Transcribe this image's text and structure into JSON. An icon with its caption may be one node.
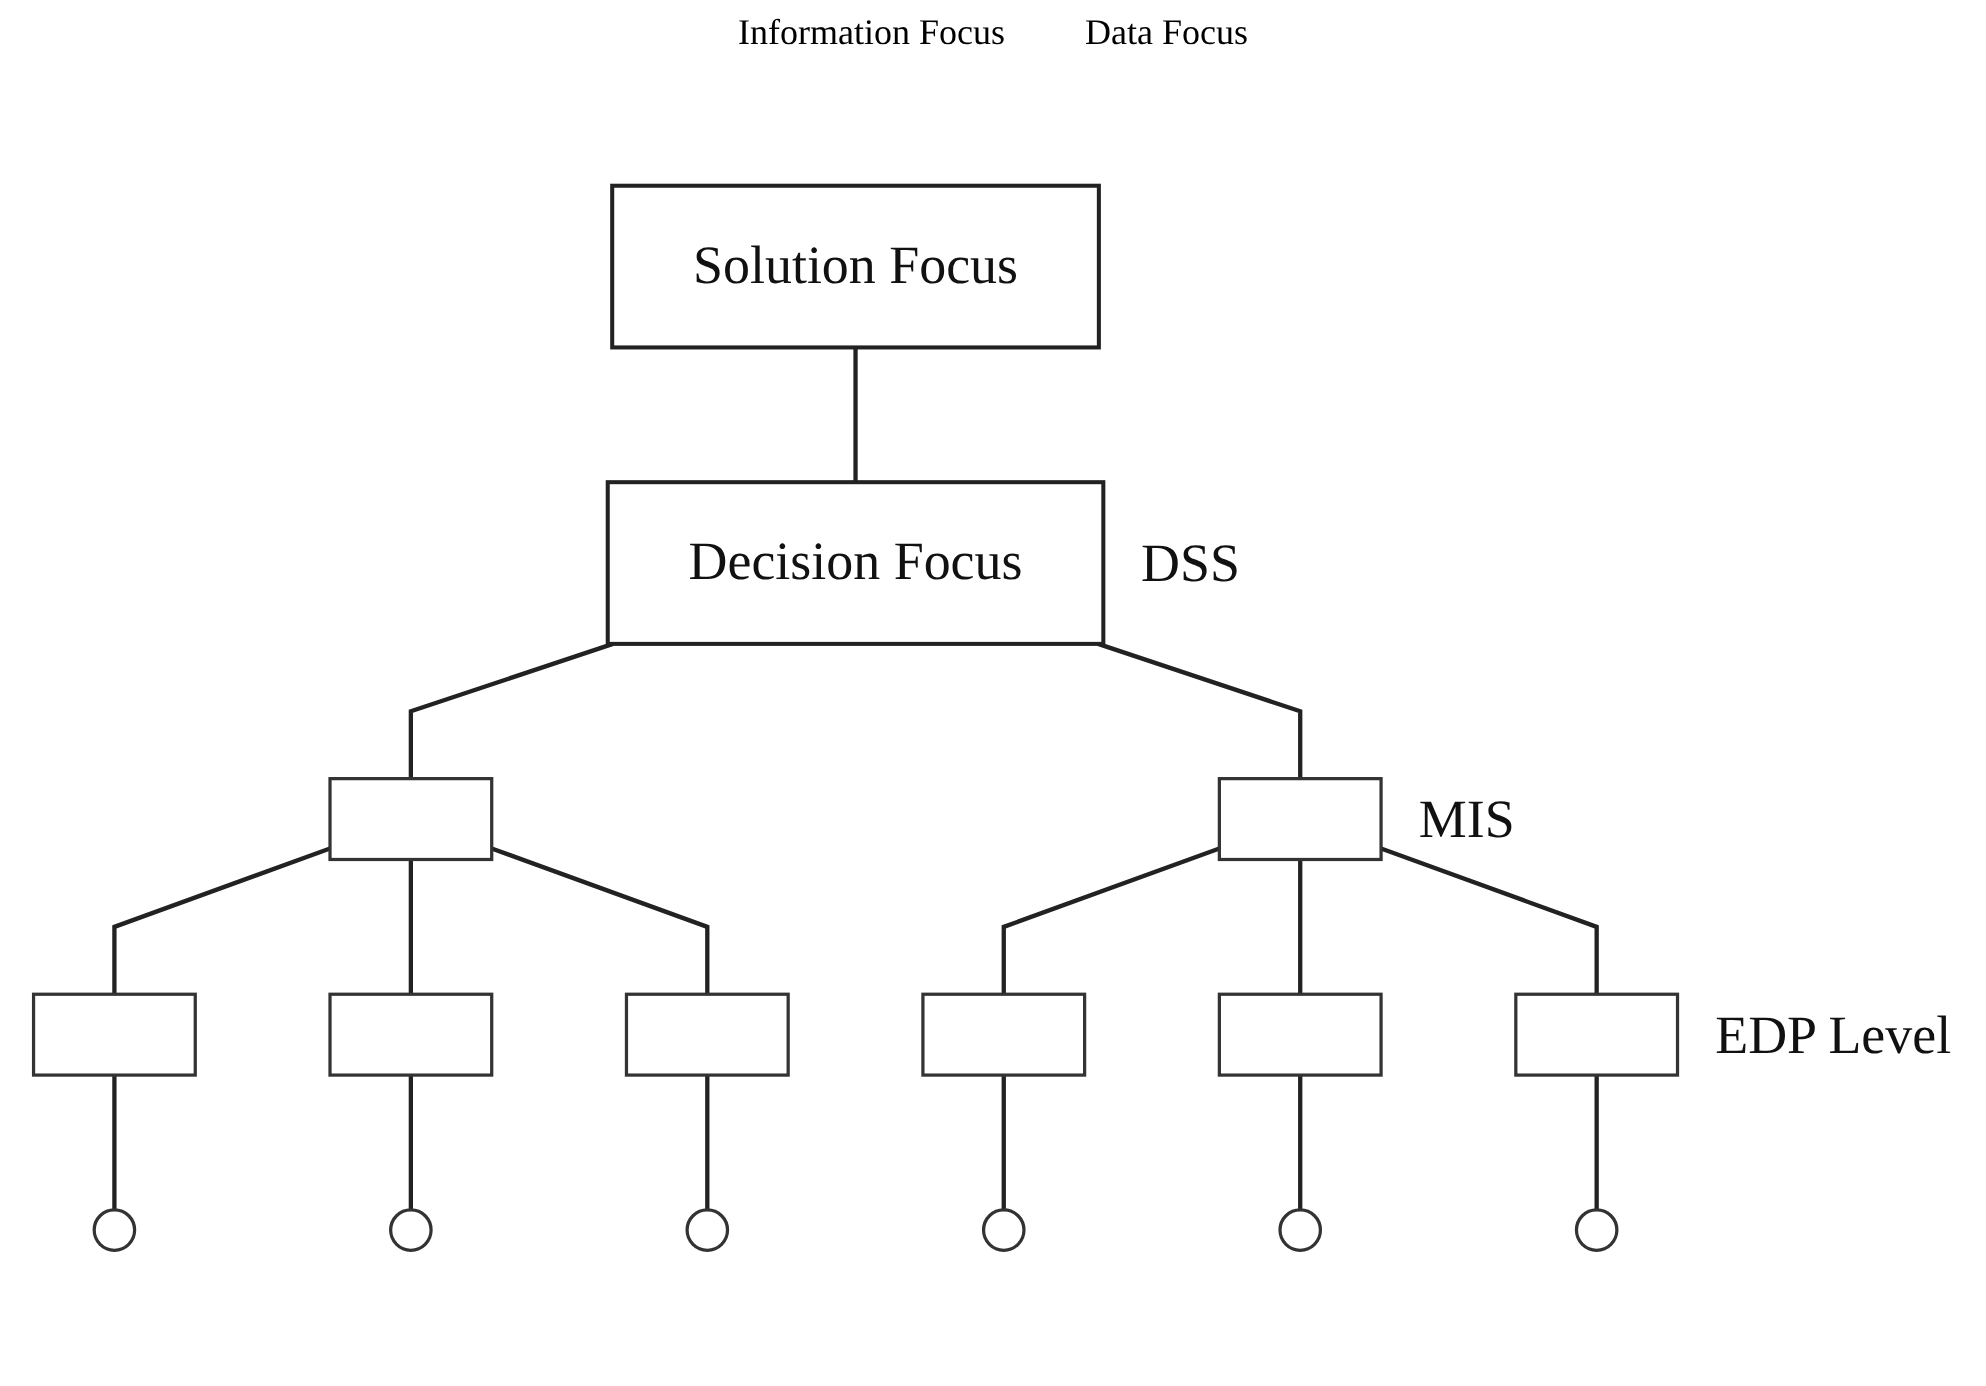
{
  "diagram": {
    "nodes": [
      {
        "text": [
          "Solution Focus"
        ]
      },
      {
        "text": [
          "Decision Focus"
        ],
        "beside": [
          "DSS"
        ]
      },
      {
        "text": [],
        "shape": "box"
      },
      {
        "text": [],
        "shape": "box",
        "beside": [
          "MIS"
        ]
      },
      {
        "text": [],
        "shape": "box"
      },
      {
        "text": [],
        "shape": "box"
      },
      {
        "text": [],
        "shape": "box"
      },
      {
        "text": [],
        "shape": "box"
      },
      {
        "text": [],
        "shape": "box"
      },
      {
        "text": [],
        "shape": "box",
        "beside": [
          "EDP Level"
        ]
      },
      {
        "text": [],
        "shape": "circle"
      },
      {
        "text": [],
        "shape": "circle"
      },
      {
        "text": [],
        "shape": "circle"
      },
      {
        "text": [],
        "shape": "circle"
      },
      {
        "text": [],
        "shape": "circle"
      },
      {
        "text": [],
        "shape": "circle"
      }
    ],
    "edges": [
      {
        "from": 0,
        "to": 1,
        "arrow": "none"
      },
      {
        "from": 1,
        "to": 2,
        "arrow": "none"
      },
      {
        "from": 1,
        "to": 3,
        "arrow": "none"
      },
      {
        "from": 2,
        "to": 4,
        "arrow": "none"
      },
      {
        "from": 2,
        "to": 5,
        "arrow": "none"
      },
      {
        "from": 2,
        "to": 6,
        "arrow": "none"
      },
      {
        "from": 3,
        "to": 7,
        "arrow": "none"
      },
      {
        "from": 3,
        "to": 8,
        "arrow": "none"
      },
      {
        "from": 3,
        "to": 9,
        "arrow": "none"
      },
      {
        "from": 4,
        "to": 10,
        "arrow": "none"
      },
      {
        "from": 5,
        "to": 11,
        "arrow": "none"
      },
      {
        "from": 6,
        "to": 12,
        "arrow": "none"
      },
      {
        "from": 7,
        "to": 13,
        "arrow": "none"
      },
      {
        "from": 8,
        "to": 14,
        "arrow": "none"
      },
      {
        "from": 9,
        "to": 15,
        "arrow": "none"
      }
    ],
    "labels": [
      "Information Focus",
      "Data Focus"
    ]
  }
}
